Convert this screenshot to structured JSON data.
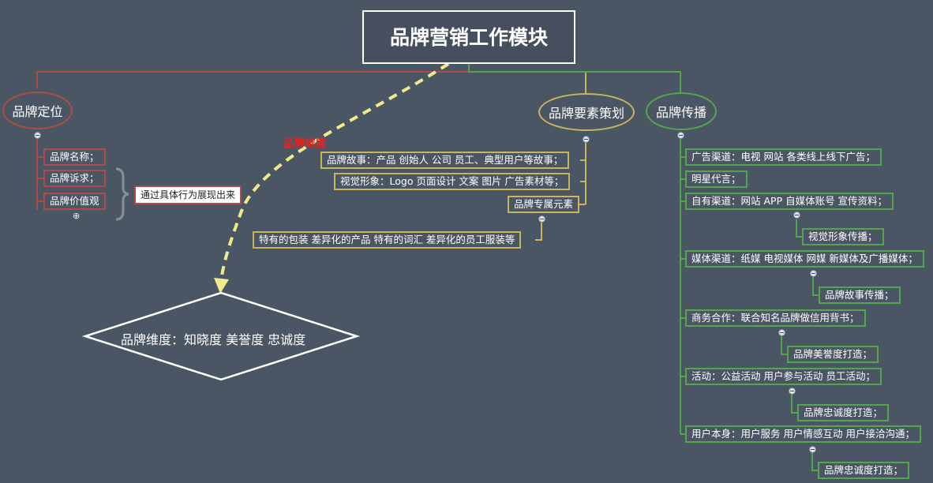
{
  "title": "品牌营销工作模块",
  "branches": {
    "positioning": {
      "label": "品牌定位",
      "items": [
        "品牌名称；",
        "品牌诉求；",
        "品牌价值观"
      ],
      "note": "通过具体行为展现出来"
    },
    "elements": {
      "label": "品牌要素策划",
      "items": [
        "品牌故事：产品 创始人 公司 员工、典型用户等故事；",
        "视觉形象：Logo 页面设计 文案 图片 广告素材等；",
        "品牌专属元素"
      ],
      "sub": "特有的包装 差异化的产品 特有的词汇 差异化的员工服装等"
    },
    "spread": {
      "label": "品牌传播",
      "items": [
        {
          "text": "广告渠道：电视 网站 各类线上线下广告；"
        },
        {
          "text": "明星代言；"
        },
        {
          "text": "自有渠道：网站 APP 自媒体账号 宣传资料；",
          "sub": "视觉形象传播；"
        },
        {
          "text": "媒体渠道：纸媒 电视媒体 网媒 新媒体及广播媒体；",
          "sub": "品牌故事传播；"
        },
        {
          "text": "商务合作：联合知名品牌做信用背书；",
          "sub": "品牌美誉度打造；"
        },
        {
          "text": "活动：公益活动 用户参与活动 员工活动；",
          "sub": "品牌忠诚度打造；"
        },
        {
          "text": "用户本身：用户服务 用户情感互动 用户接洽沟通；",
          "sub": "品牌忠诚度打造；"
        }
      ]
    }
  },
  "dimension": {
    "arrow_label": "品牌维度",
    "text": "品牌维度：知晓度 美誉度 忠诚度"
  },
  "colors": {
    "background": "#4b5665",
    "positioning": "#b04a4a",
    "elements": "#c9b65a",
    "spread": "#53a64d",
    "arrow": "#f1ea8c",
    "arrow_label": "#e8231f"
  }
}
